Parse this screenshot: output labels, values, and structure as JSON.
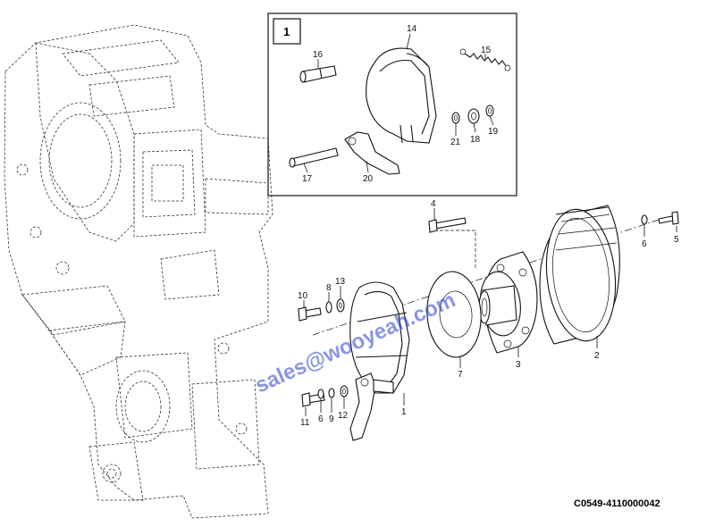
{
  "inset": {
    "tag": "1"
  },
  "labels": {
    "p1": "1",
    "p2": "2",
    "p3": "3",
    "p4": "4",
    "p5": "5",
    "p6a": "6",
    "p6b": "6",
    "p7": "7",
    "p8": "8",
    "p9": "9",
    "p10": "10",
    "p11": "11",
    "p12": "12",
    "p13": "13",
    "p14": "14",
    "p15": "15",
    "p16": "16",
    "p17": "17",
    "p18": "18",
    "p19": "19",
    "p20": "20",
    "p21": "21"
  },
  "watermark": "sales@wooyeah.com",
  "diagram_code": "C0549-4110000042"
}
